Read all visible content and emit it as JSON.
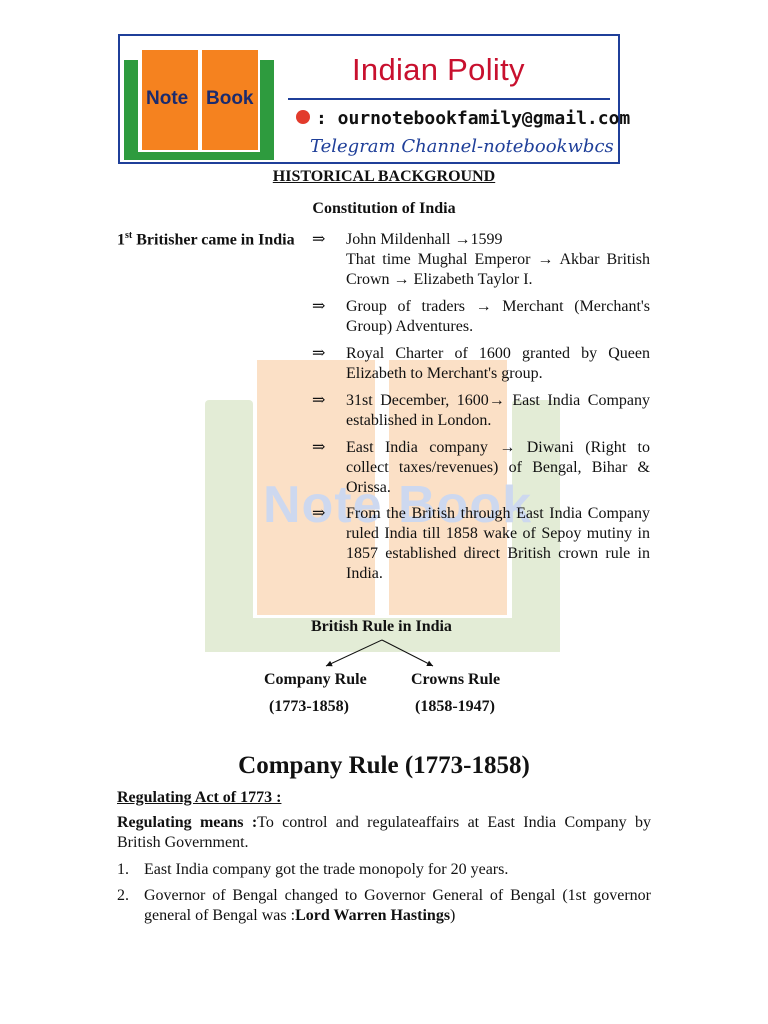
{
  "header": {
    "logo_word1": "Note",
    "logo_word2": "Book",
    "title": "Indian Polity",
    "email": ": ournotebookfamily@gmail.com",
    "telegram": "Telegram Channel-notebookwbcs"
  },
  "watermark": {
    "text": "Note  Book"
  },
  "heading": "HISTORICAL BACKGROUND",
  "subheading": "Constitution of India",
  "britisher": {
    "label_prefix": "1",
    "label_sup": "st",
    "label_rest": " Britisher came in India",
    "arrow": "⇒",
    "items": [
      {
        "lines": [
          "John Mildenhall →1599",
          "That time Mughal Emperor → Akbar British Crown → Elizabeth Taylor I."
        ]
      },
      {
        "lines": [
          "Group of traders → Merchant (Merchant's Group) Adventures."
        ]
      },
      {
        "lines": [
          "Royal Charter of 1600 granted by Queen Elizabeth to Merchant's group."
        ]
      },
      {
        "lines": [
          "31st December, 1600→ East India Company established in London."
        ]
      },
      {
        "lines": [
          "East India company → Diwani (Right to collect taxes/revenues) of Bengal, Bihar & Orissa."
        ]
      },
      {
        "lines": [
          "From the British through East India Company ruled India till 1858 wake of Sepoy mutiny in 1857 established direct British crown rule in India."
        ]
      }
    ]
  },
  "tree": {
    "root": "British Rule in India",
    "left": "Company Rule",
    "left_years": "(1773-1858)",
    "right": "Crowns Rule",
    "right_years": "(1858-1947)"
  },
  "section_title": "Company Rule (1773-1858)",
  "regulating_act": {
    "heading": "Regulating Act of 1773 :",
    "means_label": "Regulating means :",
    "means_text": "To control and regulateaffairs at East India Company by British Government.",
    "points": [
      {
        "num": "1.",
        "text": "East India company got the trade monopoly for 20 years."
      },
      {
        "num": "2.",
        "text_before": "Governor of Bengal changed to Governor General of Bengal (1st governor general of Bengal was :",
        "bold": "Lord Warren Hastings",
        "text_after": ")"
      }
    ]
  }
}
